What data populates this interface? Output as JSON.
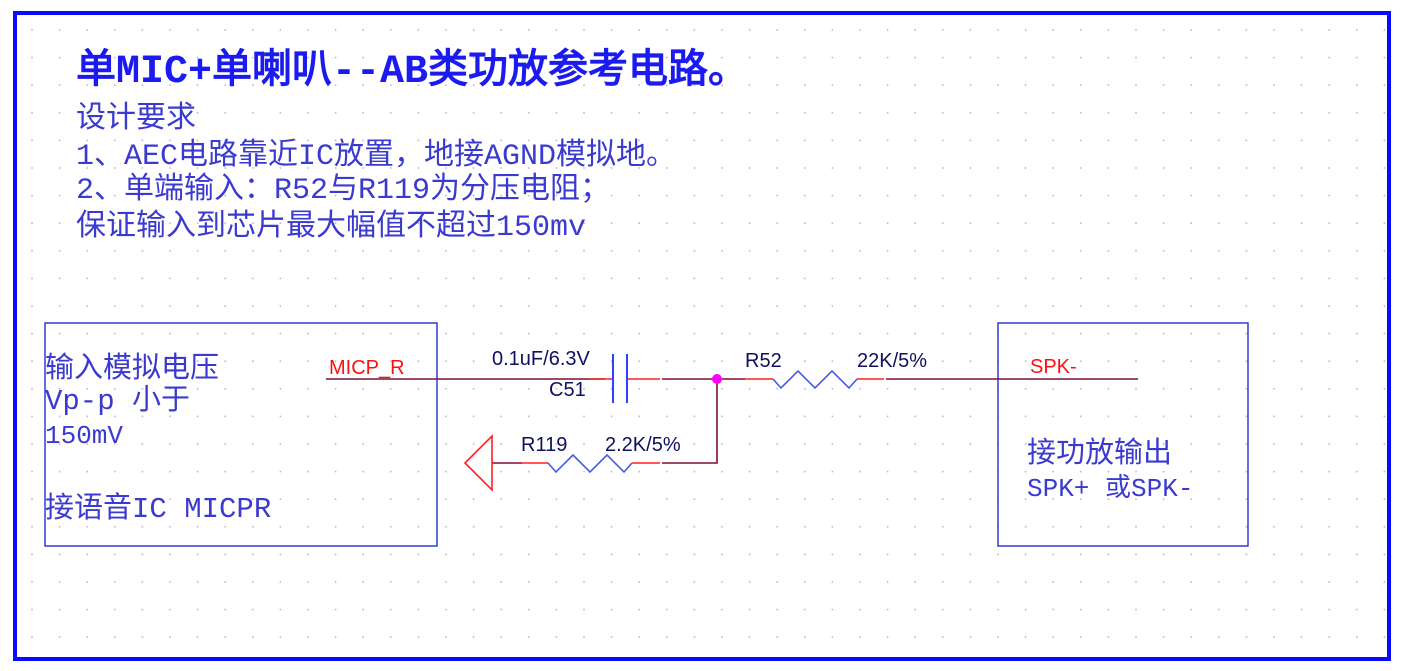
{
  "title": "单MIC+单喇叭--AB类功放参考电路。",
  "notes": [
    "设计要求",
    "1、AEC电路靠近IC放置，地接AGND模拟地。",
    "2、单端输入：R52与R119为分压电阻；",
    "保证输入到芯片最大幅值不超过150mv"
  ],
  "input_block": {
    "lines": [
      "输入模拟电压",
      "Vp-p 小于",
      "150mV",
      "接语音IC MICPR"
    ]
  },
  "output_block": {
    "lines": [
      "接功放输出",
      "SPK+ 或SPK-"
    ]
  },
  "nets": {
    "input": "MICP_R",
    "output": "SPK-"
  },
  "components": {
    "c51": {
      "ref": "C51",
      "value": "0.1uF/6.3V"
    },
    "r52": {
      "ref": "R52",
      "value": "22K/5%"
    },
    "r119": {
      "ref": "R119",
      "value": "2.2K/5%"
    }
  },
  "colors": {
    "frame": "#0a0aff",
    "wire": "#7a1030",
    "net_label": "#ff1010",
    "junction": "#ff00ff",
    "ground": "#ff2020"
  }
}
